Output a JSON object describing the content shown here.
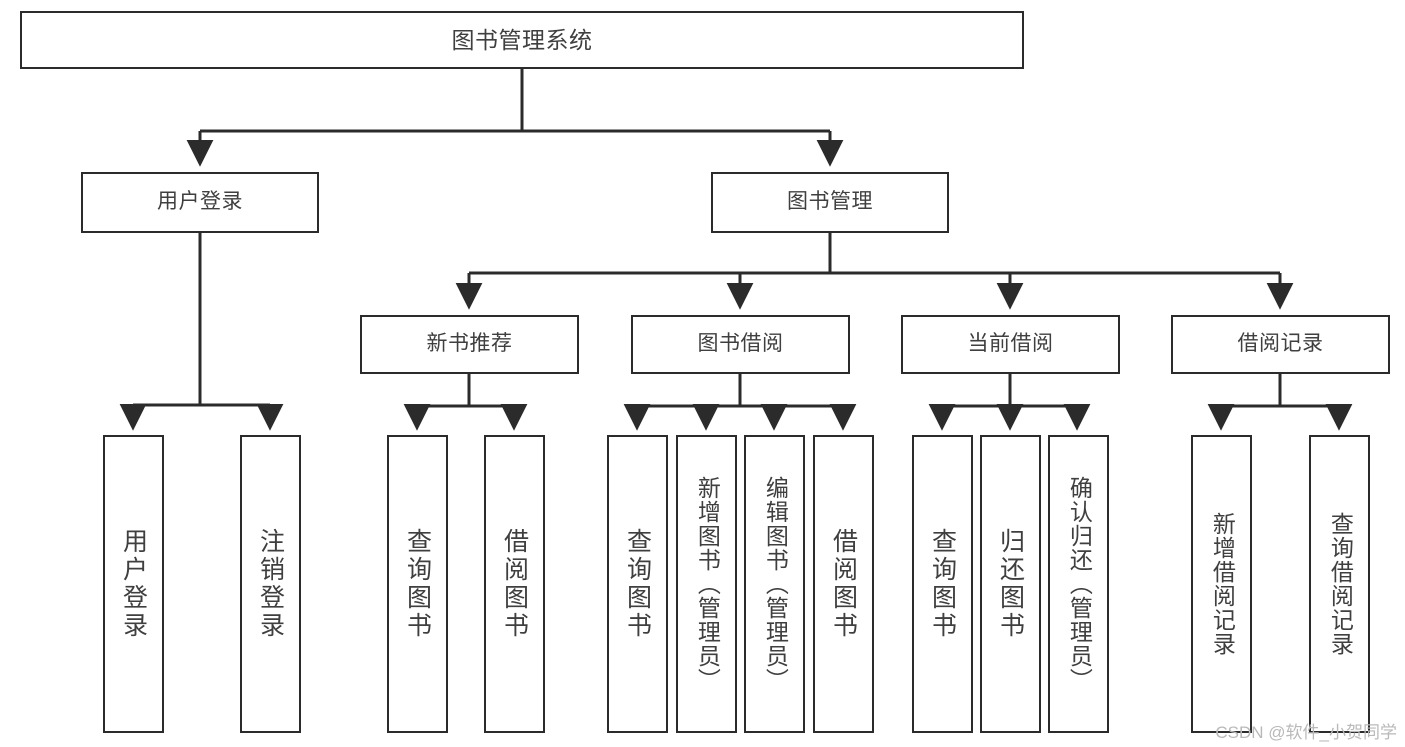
{
  "diagram": {
    "title": "图书管理系统",
    "type": "tree-hierarchy",
    "root": {
      "id": "root",
      "label": "图书管理系统"
    },
    "level1": [
      {
        "id": "user-login",
        "label": "用户登录"
      },
      {
        "id": "book-management",
        "label": "图书管理"
      }
    ],
    "level2": [
      {
        "id": "new-book-recommend",
        "label": "新书推荐",
        "parent": "book-management"
      },
      {
        "id": "book-borrow",
        "label": "图书借阅",
        "parent": "book-management"
      },
      {
        "id": "current-borrow",
        "label": "当前借阅",
        "parent": "book-management"
      },
      {
        "id": "borrow-record",
        "label": "借阅记录",
        "parent": "book-management"
      }
    ],
    "leaves": [
      {
        "id": "leaf-user-login",
        "label": "用户登录",
        "parent": "user-login"
      },
      {
        "id": "leaf-logout-login",
        "label": "注销登录",
        "parent": "user-login"
      },
      {
        "id": "leaf-query-book-1",
        "label": "查询图书",
        "parent": "new-book-recommend"
      },
      {
        "id": "leaf-borrow-book-1",
        "label": "借阅图书",
        "parent": "new-book-recommend"
      },
      {
        "id": "leaf-query-book-2",
        "label": "查询图书",
        "parent": "book-borrow"
      },
      {
        "id": "leaf-add-book",
        "label": "新增图书（管理员）",
        "parent": "book-borrow"
      },
      {
        "id": "leaf-edit-book",
        "label": "编辑图书（管理员）",
        "parent": "book-borrow"
      },
      {
        "id": "leaf-borrow-book-2",
        "label": "借阅图书",
        "parent": "book-borrow"
      },
      {
        "id": "leaf-query-book-3",
        "label": "查询图书",
        "parent": "current-borrow"
      },
      {
        "id": "leaf-return-book",
        "label": "归还图书",
        "parent": "current-borrow"
      },
      {
        "id": "leaf-confirm-return",
        "label": "确认归还（管理员）",
        "parent": "current-borrow"
      },
      {
        "id": "leaf-add-record",
        "label": "新增借阅记录",
        "parent": "borrow-record"
      },
      {
        "id": "leaf-query-record",
        "label": "查询借阅记录",
        "parent": "borrow-record"
      }
    ],
    "colors": {
      "box_border": "#2b2b2b",
      "box_fill": "#ffffff",
      "connector": "#2b2b2b",
      "text": "#3f3f3f",
      "watermark": "#b9b9b9",
      "background": "#ffffff"
    }
  },
  "watermark": {
    "text": "CSDN @软件_小贺同学"
  }
}
